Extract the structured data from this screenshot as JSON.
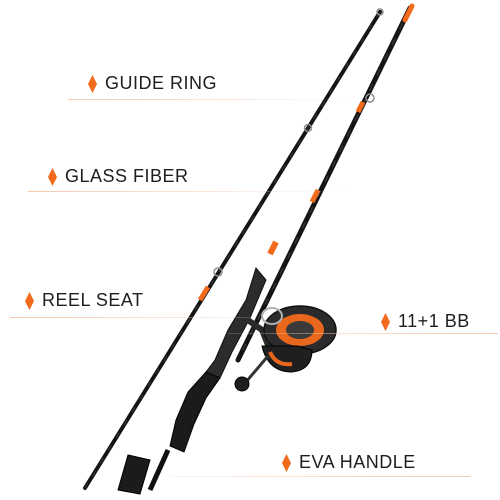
{
  "callouts": {
    "guide_ring": "GUIDE RING",
    "glass_fiber": "GLASS FIBER",
    "reel_seat": "REEL SEAT",
    "bearings": "11+1 BB",
    "eva_handle": "EVA HANDLE"
  },
  "colors": {
    "accent": "#f26a1b",
    "rule": "#f3c9ad",
    "text": "#1e1e1e",
    "rod": "#151515",
    "handle": "#1b1b1b"
  },
  "icons": {
    "callout_marker": "orange-diamond-icon"
  }
}
